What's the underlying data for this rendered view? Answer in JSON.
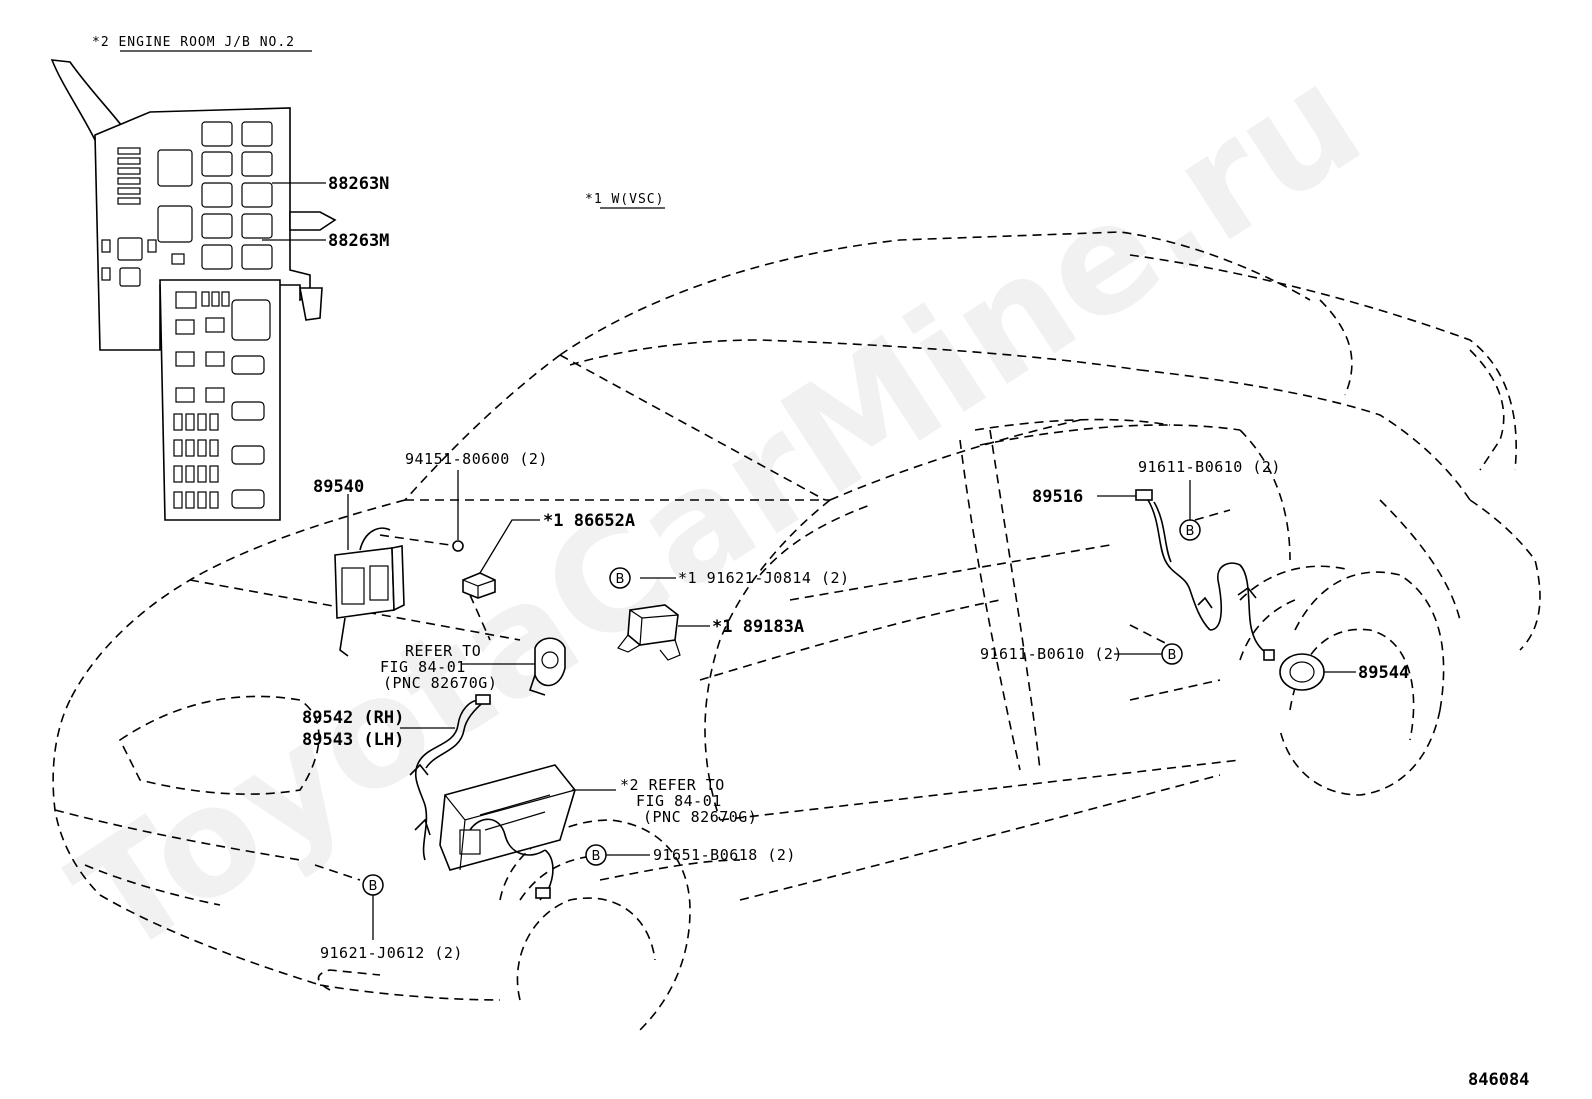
{
  "watermark": "ToyotaCarMine.ru",
  "figure_number": "846084",
  "headers": {
    "junction_block": "*2 ENGINE ROOM J/B NO.2",
    "variant": "*1 W(VSC)"
  },
  "callouts": {
    "relay_n": "88263N",
    "relay_m": "88263M",
    "ecu": "89540",
    "nut": "94151-80600 (2)",
    "sensor_upper": "*1 86652A",
    "bolt_upper": "*1 91621-J0814 (2)",
    "bracket": "*1 89183A",
    "refer1_line1": "REFER TO",
    "refer1_line2": "FIG 84-01",
    "refer1_line3": "(PNC 82670G)",
    "front_sensor_rh": "89542 (RH)",
    "front_sensor_lh": "89543 (LH)",
    "refer2_line1": "*2 REFER TO",
    "refer2_line2": "FIG 84-01",
    "refer2_line3": "(PNC 82670G)",
    "bolt_front_wheel": "91651-B0618 (2)",
    "bolt_front_lower": "91621-J0612 (2)",
    "rear_sensor": "89516",
    "bolt_rear_upper": "91611-B0610 (2)",
    "bolt_rear_lower": "91611-B0610 (2)",
    "rotor": "89544",
    "b_marker": "B"
  }
}
